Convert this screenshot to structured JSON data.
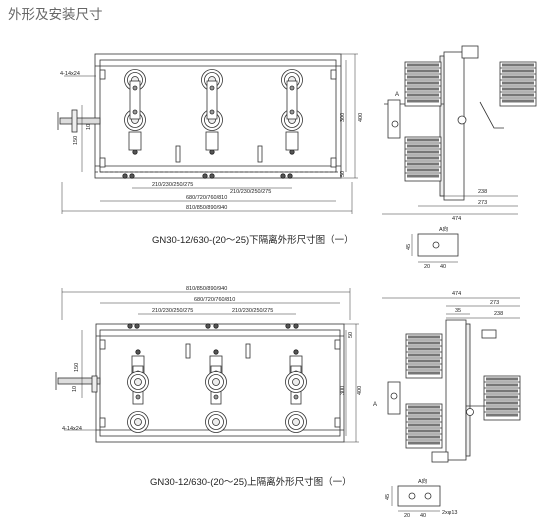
{
  "header": {
    "title": "外形及安装尺寸"
  },
  "top_diagram": {
    "caption": "GN30-12/630-(20～25)下隔离外形尺寸图（一）",
    "hole_label": "4-14x24",
    "dim_150": "150",
    "dim_10": "10",
    "dim_300": "300",
    "dim_400": "400",
    "dim_50": "50",
    "dim_spacing_left": "210/230/250/275",
    "dim_spacing_right": "210/230/250/275",
    "dim_mid_width": "680/720/760/810",
    "dim_total_width": "810/850/890/940",
    "side_dim_238": "238",
    "side_dim_273": "273",
    "side_dim_474": "474",
    "view_label": "A",
    "detail_label": "A向",
    "detail_45": "45",
    "detail_20": "20",
    "detail_40": "40"
  },
  "bottom_diagram": {
    "caption": "GN30-12/630-(20～25)上隔离外形尺寸图（一）",
    "hole_label": "4-14x24",
    "dim_150": "150",
    "dim_10": "10",
    "dim_300": "300",
    "dim_400": "400",
    "dim_50": "50",
    "dim_spacing_left": "210/230/250/275",
    "dim_spacing_right": "210/230/250/275",
    "dim_mid_width": "680/720/760/810",
    "dim_total_width": "810/850/890/940",
    "side_dim_474": "474",
    "side_dim_273": "273",
    "side_dim_238": "238",
    "side_dim_35": "35",
    "view_label": "A",
    "detail_label": "A向",
    "detail_45": "45",
    "detail_20": "20",
    "detail_40": "40",
    "detail_hole": "2xφ13"
  }
}
